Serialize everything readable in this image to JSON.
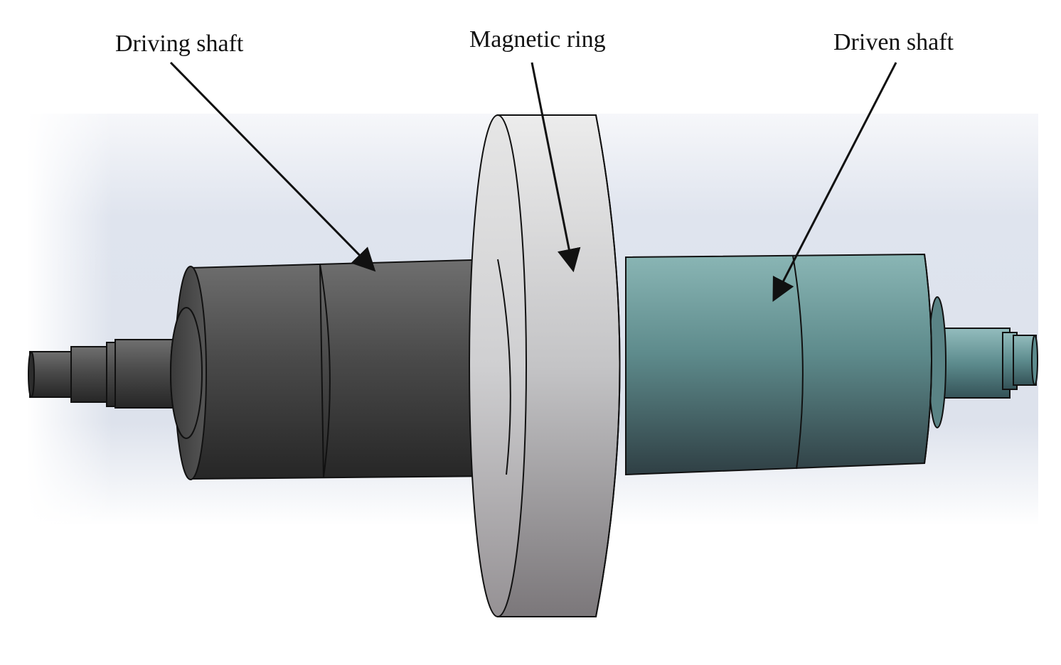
{
  "labels": {
    "driving_shaft": "Driving shaft",
    "magnetic_ring": "Magnetic ring",
    "driven_shaft": "Driven shaft"
  },
  "colors": {
    "background_top": "#ffffff",
    "background_band": "#dde3ee",
    "driving_shaft": "#3a3a3a",
    "magnetic_ring": "#c9c9cb",
    "driven_shaft": "#5e8b8c",
    "outline": "#111111"
  }
}
